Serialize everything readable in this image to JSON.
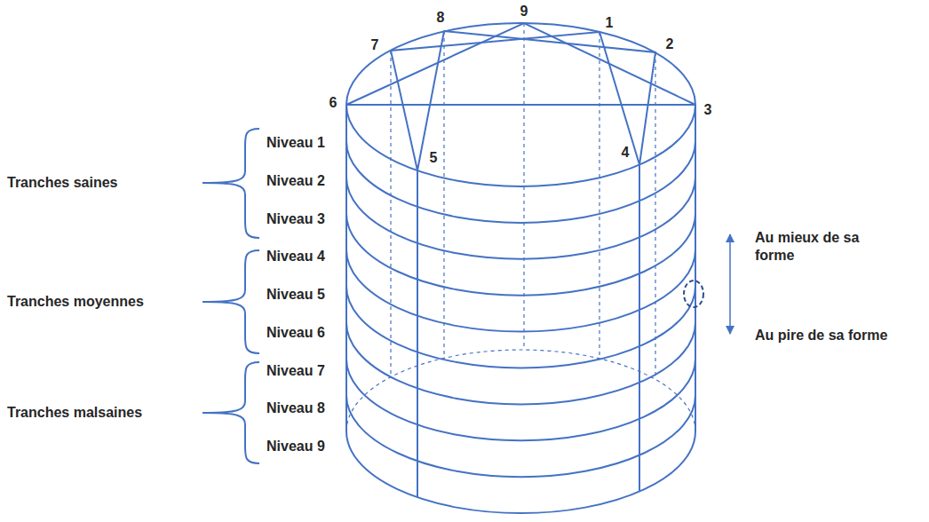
{
  "diagram": {
    "labels": [
      "9",
      "1",
      "2",
      "3",
      "4",
      "5",
      "6",
      "7",
      "8",
      "Niveau 1",
      "Niveau 2",
      "Niveau 3",
      "Niveau 4",
      "Niveau 5",
      "Niveau 6",
      "Niveau 7",
      "Niveau 8",
      "Niveau 9",
      "Tranches saines",
      "Tranches moyennes",
      "Tranches malsaines",
      "Au mieux de sa forme",
      "Au pire de sa forme"
    ]
  }
}
